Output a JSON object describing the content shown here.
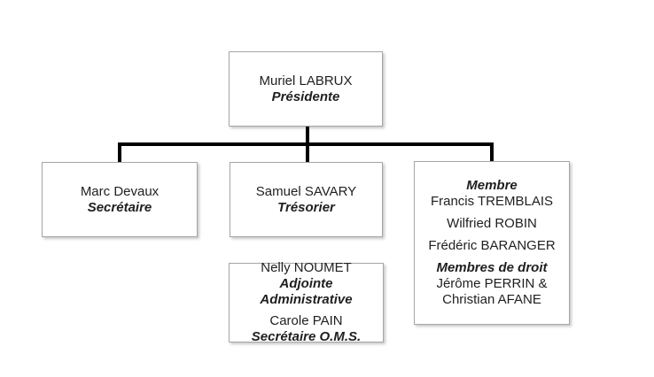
{
  "colors": {
    "page_bg": "#ffffff",
    "box_fill": "#ffffff",
    "box_border": "#a6a6a6",
    "connector": "#000000",
    "text": "#1f1f1f"
  },
  "org_chart": {
    "president": {
      "name": "Muriel LABRUX",
      "title": "Présidente"
    },
    "secretary": {
      "name": "Marc Devaux",
      "title": "Secrétaire"
    },
    "treasurer": {
      "name": "Samuel SAVARY",
      "title": "Trésorier"
    },
    "members": {
      "heading": "Membre",
      "member_1": "Francis TREMBLAIS",
      "member_2": "Wilfried ROBIN",
      "member_3": "Frédéric BARANGER",
      "subheading": "Membres de droit",
      "submember_1": "Jérôme PERRIN &",
      "submember_2": "Christian AFANE"
    },
    "admin": {
      "entry_1_name": "Nelly NOUMET",
      "entry_1_title": "Adjointe Administrative",
      "entry_2_name": "Carole PAIN",
      "entry_2_title": "Secrétaire O.M.S."
    }
  }
}
